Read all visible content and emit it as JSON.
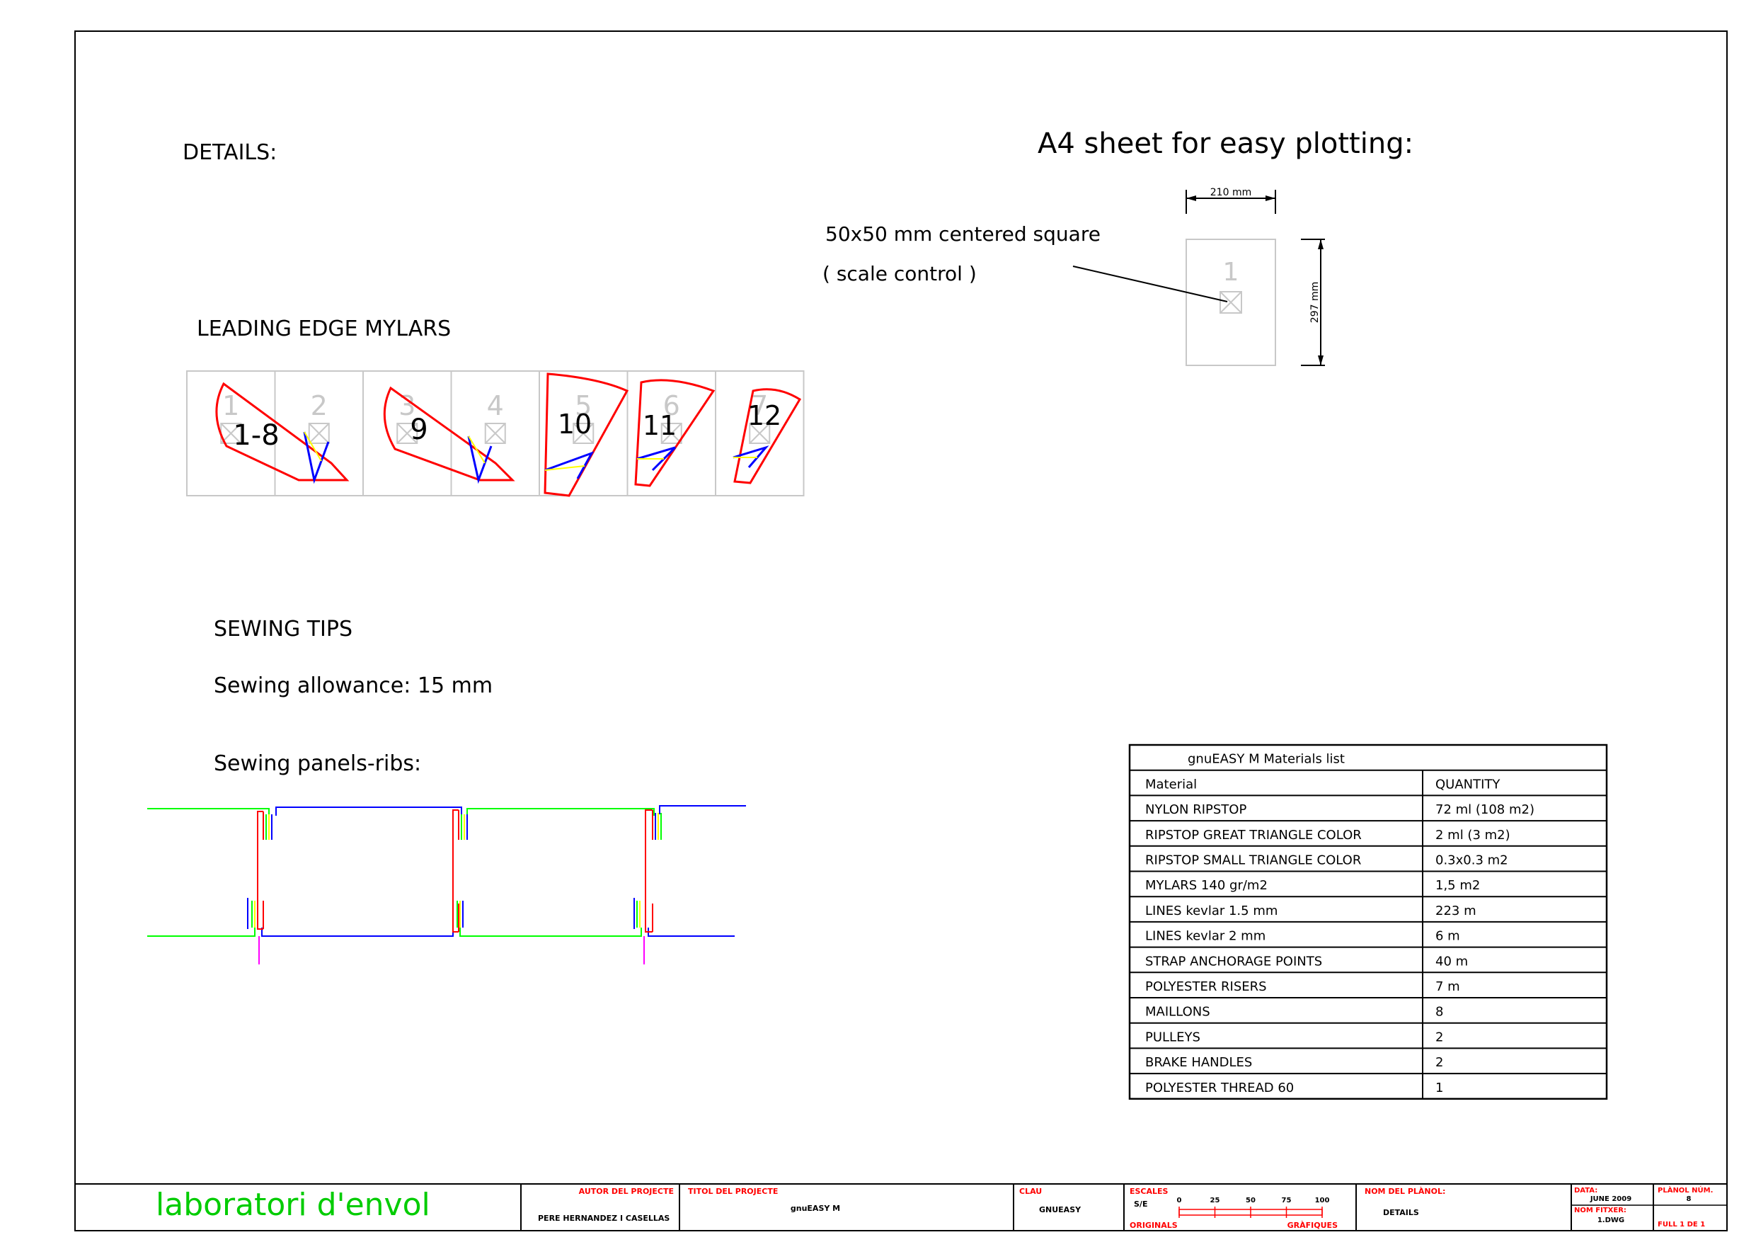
{
  "headings": {
    "details": "DETAILS:",
    "a4_sheet": "A4 sheet for easy plotting:",
    "leading_edge": "LEADING EDGE MYLARS",
    "sewing_tips": "SEWING TIPS",
    "sewing_allowance": "Sewing allowance: 15 mm",
    "sewing_panels": "Sewing panels-ribs:"
  },
  "a4": {
    "width_label": "210 mm",
    "height_label": "297 mm",
    "note_line1": "50x50 mm centered square",
    "note_line2": "( scale control )",
    "page_number": "1"
  },
  "mylars": {
    "cell_numbers": [
      "1",
      "2",
      "3",
      "4",
      "5",
      "6",
      "7"
    ],
    "labels": [
      "1-8",
      "9",
      "10",
      "11",
      "12"
    ]
  },
  "materials": {
    "title": "gnuEASY M Materials list",
    "header": [
      "Material",
      "QUANTITY"
    ],
    "rows": [
      [
        "NYLON RIPSTOP",
        "72 ml (108 m2)"
      ],
      [
        "RIPSTOP GREAT TRIANGLE COLOR",
        "2 ml (3 m2)"
      ],
      [
        "RIPSTOP SMALL TRIANGLE COLOR",
        "0.3x0.3 m2"
      ],
      [
        "MYLARS 140 gr/m2",
        "1,5 m2"
      ],
      [
        "LINES kevlar 1.5 mm",
        "223 m"
      ],
      [
        "LINES kevlar 2 mm",
        "6 m"
      ],
      [
        "STRAP ANCHORAGE POINTS",
        "40 m"
      ],
      [
        "POLYESTER RISERS",
        "7 m"
      ],
      [
        "MAILLONS",
        "8"
      ],
      [
        "PULLEYS",
        "2"
      ],
      [
        "BRAKE HANDLES",
        "2"
      ],
      [
        "POLYESTER THREAD 60",
        "1"
      ]
    ]
  },
  "title_block": {
    "logo": "laboratori d'envol",
    "author_label": "AUTOR DEL PROJECTE",
    "author": "PERE HERNANDEZ I CASELLAS",
    "project_title_label": "TITOL DEL PROJECTE",
    "project_title": "gnuEASY M",
    "key_label": "CLAU",
    "key": "GNUEASY",
    "scales_label": "ESCALES",
    "scale": "S/E",
    "originals_label": "ORIGINALS",
    "graphics_label": "GRÀFIQUES",
    "scale_ticks": [
      "0",
      "25",
      "50",
      "75",
      "100"
    ],
    "drawing_name_label": "NOM DEL PLÀNOL:",
    "drawing_name": "DETAILS",
    "date_label": "DATA:",
    "date": "JUNE 2009",
    "file_label": "NOM FITXER:",
    "file": "1.DWG",
    "plan_number_label": "PLÀNOL NÚM.",
    "plan_number": "8",
    "sheet_label": "FULL 1 DE 1"
  },
  "colors": {
    "outline": "#ff0000",
    "blue": "#0000ff",
    "green": "#00ff00",
    "yellow": "#ffff00",
    "magenta": "#ff00ff",
    "grey": "#c8c8c8",
    "title_red": "#ff0000",
    "logo_green": "#00cc00"
  }
}
